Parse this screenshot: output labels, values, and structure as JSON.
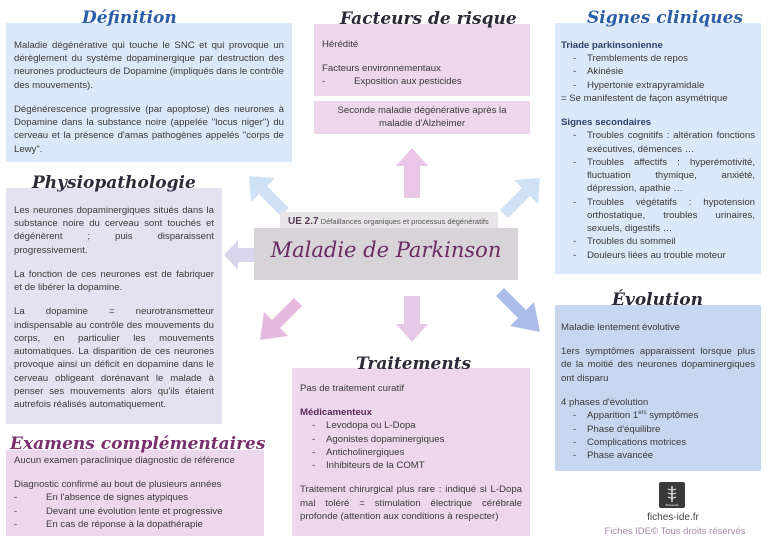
{
  "definition": {
    "title": "Définition",
    "p1": "Maladie dégénérative qui touche le SNC et qui provoque un dérèglement du système dopaminergique par destruction des neurones producteurs de Dopamine (impliqués dans le contrôle des mouvements).",
    "p2": "Dégénérescence progressive (par apoptose) des neurones à Dopamine dans la substance noire (appelée \"locus niger\") du cerveau et la présence d'amas pathogènes appelés \"corps de Lewy\"."
  },
  "facteurs": {
    "title": "Facteurs de risque",
    "line1": "Hérédité",
    "line2": "Facteurs environnementaux",
    "item": "Exposition aux pesticides",
    "second": "Seconde maladie dégénérative après la maladie d'Alzheimer"
  },
  "signes": {
    "title": "Signes cliniques",
    "triade_title": "Triade parkinsonienne",
    "triade": [
      "Tremblements de repos",
      "Akinésie",
      "Hypertonie extrapyramidale"
    ],
    "triade_note": "= Se manifestent de façon asymétrique",
    "secondaires_title": "Signes secondaires",
    "secondaires": [
      "Troubles cognitifs : altération fonctions exécutives, démences …",
      "Troubles affectifs : hyperémotivité, fluctuation thymique, anxiété, dépression, apathie …",
      "Troubles végétatifs : hypotension orthostatique, troubles urinaires, sexuels, digestifs …",
      "Troubles du sommeil",
      "Douleurs liées au trouble moteur"
    ]
  },
  "physio": {
    "title": "Physiopathologie",
    "p1": "Les neurones dopaminergiques situés dans la substance noire du cerveau sont touchés et dégénèrent ; puis disparaissent progressivement.",
    "p2": "La fonction de ces neurones est de fabriquer et de libérer la dopamine.",
    "p3": "La dopamine = neurotransmetteur indispensable au contrôle des mouvements du corps, en particulier les mouvements automatiques. La disparition de ces neurones provoque ainsi un déficit en dopamine dans le cerveau obligeant dorénavant le malade à penser ses mouvements alors qu'ils étaient autrefois réalisés automatiquement."
  },
  "center": {
    "ue_code": "UE 2.7",
    "ue_label": "Défaillances organiques et processus dégénératifs",
    "main_title": "Maladie de Parkinson"
  },
  "evolution": {
    "title": "Évolution",
    "p1": "Maladie lentement évolutive",
    "p2": "1ers symptômes apparaissent lorsque plus de la moitié des neurones dopaminergiques ont disparu",
    "phases_title": "4 phases d'évolution",
    "phases": [
      {
        "pre": "Apparition 1",
        "sup": "ers",
        "post": " symptômes"
      },
      {
        "pre": "Phase d'équilibre",
        "sup": "",
        "post": ""
      },
      {
        "pre": "Complications motrices",
        "sup": "",
        "post": ""
      },
      {
        "pre": "Phase avancée",
        "sup": "",
        "post": ""
      }
    ]
  },
  "traitements": {
    "title": "Traitements",
    "p1": "Pas de traitement curatif",
    "med_title": "Médicamenteux",
    "meds": [
      "Levodopa ou L-Dopa",
      "Agonistes dopaminergiques",
      "Anticholinergiques",
      "Inhibiteurs de la COMT"
    ],
    "p2": "Traitement chirurgical plus rare : indiqué si L-Dopa mal toléré = stimulation électrique cérébrale profonde (attention aux conditions à respecter)"
  },
  "examens": {
    "title": "Examens complémentaires",
    "p1": "Aucun examen paraclinique diagnostic de référence",
    "p2": "Diagnostic confirmé au bout de plusieurs années",
    "items": [
      "En l'absence de signes atypiques",
      "Devant une évolution lente et progressive",
      "En cas de réponse à la dopathérapie"
    ]
  },
  "footer": {
    "logo_text": "fiches-ide",
    "site": "fiches-ide.fr",
    "rights": "Fiches IDE© Tous droits réservés"
  },
  "colors": {
    "blue_box": "#dbe8f7",
    "lavender_box": "#e4e1f1",
    "pink_box": "#ecd7ec",
    "grey_center": "#d8d3d8",
    "title_blue": "#2a5ea8",
    "title_dark": "#2b2b3a"
  }
}
